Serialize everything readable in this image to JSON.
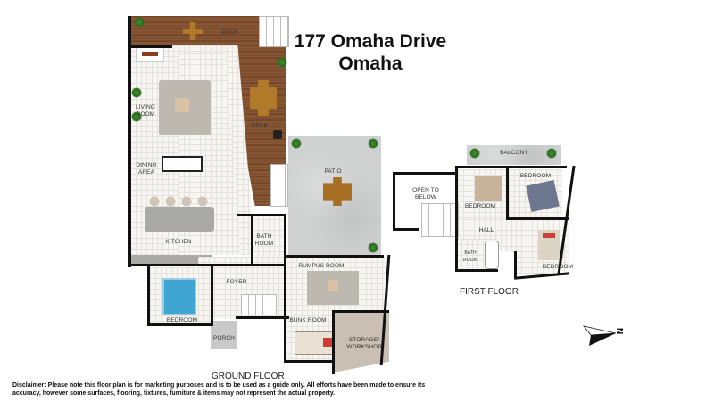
{
  "header": {
    "address_line1": "177 Omaha Drive",
    "address_line2": "Omaha"
  },
  "ground_floor": {
    "label": "GROUND FLOOR",
    "rooms": {
      "deck_top": "DECK",
      "deck_side": "DECK",
      "living_room": "LIVING ROOM",
      "dining_area": "DINING AREA",
      "kitchen": "KITCHEN",
      "bath_room": "BATH ROOM",
      "patio": "PATIO",
      "foyer": "FOYER",
      "bedroom": "BEDROOM",
      "porch": "PORCH",
      "rumpus_room": "RUMPUS ROOM",
      "bunk_room": "BUNK ROOM",
      "storage_workshop": "STORAGE/ WORKSHOP"
    }
  },
  "first_floor": {
    "label": "FIRST FLOOR",
    "rooms": {
      "balcony": "BALCONY",
      "open_to_below": "OPEN TO BELOW",
      "bedroom_1": "BEDROOM",
      "bedroom_2": "BEDROOM",
      "bedroom_3": "BEDROOM",
      "hall": "HALL",
      "bath_room": "BATH ROOM"
    }
  },
  "compass": {
    "label": "N",
    "icon": "north-arrow-icon"
  },
  "disclaimer": "Disclaimer: Please note this floor plan is for marketing purposes and is to be used as a guide only. All efforts have been made to ensure its accuracy, however some surfaces, flooring, fixtures, furniture & items may not represent the actual property.",
  "colors": {
    "wall": "#111111",
    "deck": "#7a4a2c",
    "tile": "#f7f6f2",
    "patio": "#cfd0d0",
    "storage": "#c9bfb2"
  }
}
